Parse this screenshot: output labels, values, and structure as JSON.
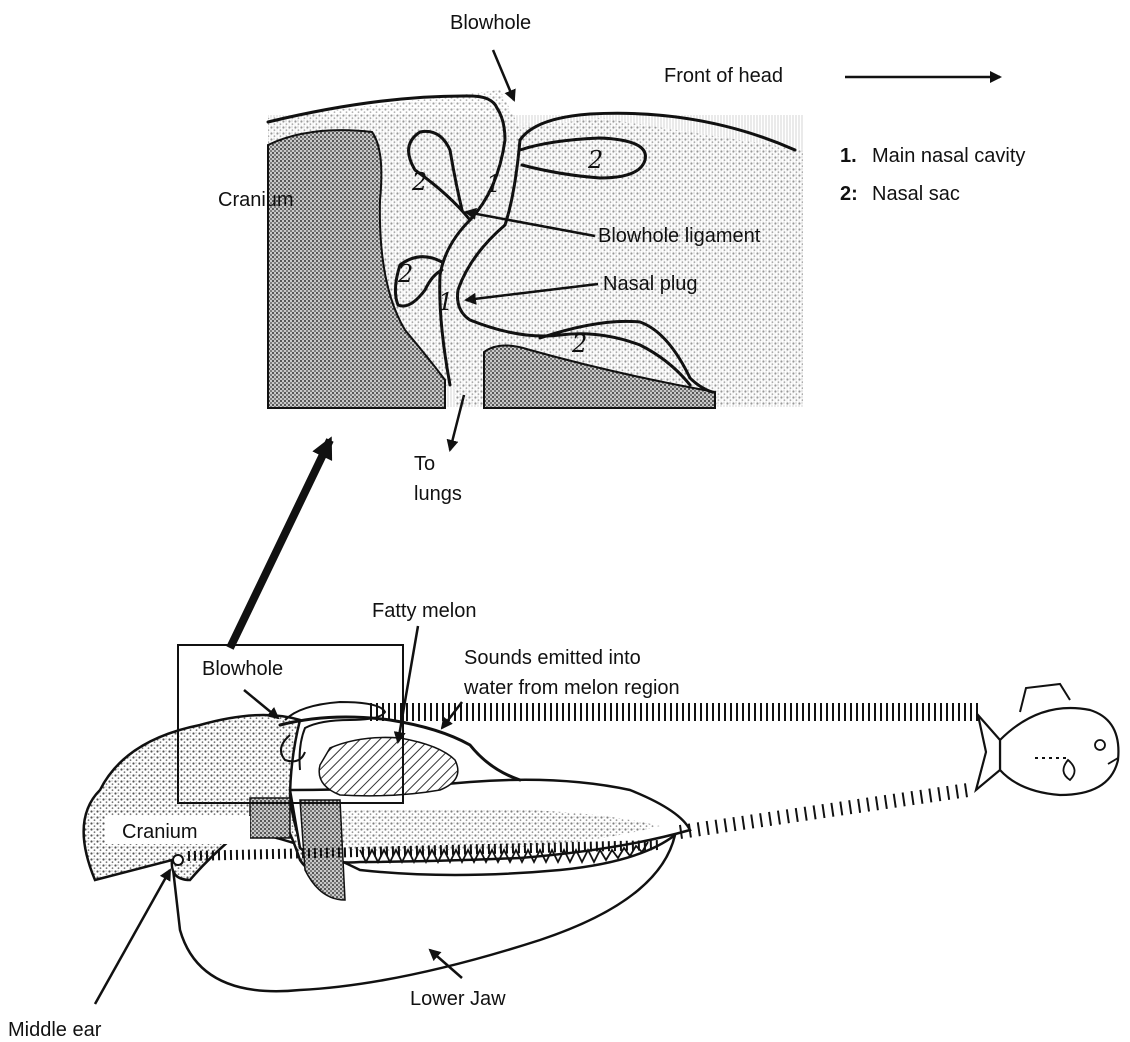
{
  "detail": {
    "label_blowhole": "Blowhole",
    "label_front_of_head": "Front of head",
    "label_cranium": "Cranium",
    "label_blowhole_ligament": "Blowhole ligament",
    "label_nasal_plug": "Nasal plug",
    "label_to_lungs_1": "To",
    "label_to_lungs_2": "lungs",
    "region_markers": [
      "1",
      "1",
      "2",
      "2",
      "2",
      "2"
    ]
  },
  "legend": {
    "items": [
      {
        "num": "1.",
        "text": "Main nasal cavity"
      },
      {
        "num": "2:",
        "text": "Nasal sac"
      }
    ]
  },
  "head": {
    "label_fatty_melon": "Fatty melon",
    "label_sounds_1": "Sounds emitted into",
    "label_sounds_2": "water from melon region",
    "label_blowhole": "Blowhole",
    "label_cranium": "Cranium",
    "label_lower_jaw": "Lower Jaw",
    "label_middle_ear": "Middle ear"
  },
  "colors": {
    "ink": "#111111",
    "stipple": "#8a8a8a",
    "background": "#ffffff"
  }
}
